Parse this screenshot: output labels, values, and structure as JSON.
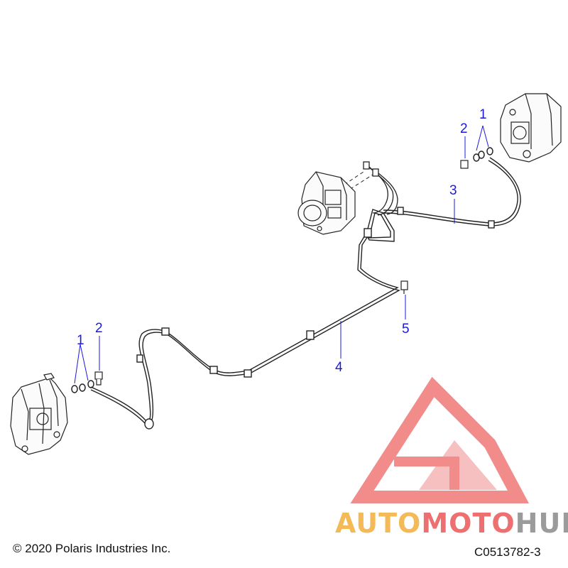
{
  "callouts": {
    "c1_right": "1",
    "c2_right": "2",
    "c3": "3",
    "c4": "4",
    "c5": "5",
    "c1_left": "1",
    "c2_left": "2"
  },
  "footer": {
    "copyright": "© 2020 Polaris Industries Inc.",
    "part_number": "C0513782-3"
  },
  "watermark": {
    "part1": "AUTO",
    "part2": "MOTO",
    "part3": "HUB"
  },
  "colors": {
    "callout": "#1a1adc",
    "line": "#222222",
    "watermark_red": "#e8403f",
    "watermark_orange": "#f0a31f",
    "watermark_gray": "#7a7a7a"
  }
}
